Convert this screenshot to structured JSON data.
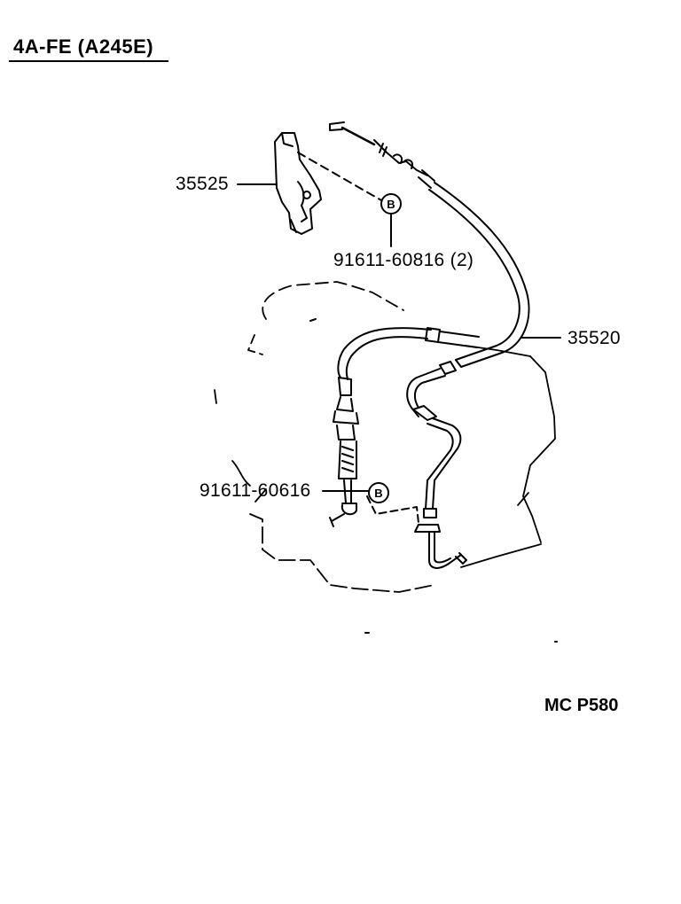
{
  "header": {
    "title": "4A-FE (A245E)"
  },
  "callouts": {
    "bracket": "35525",
    "cable": "35520",
    "bolt_upper": "91611-60816 (2)",
    "bolt_lower": "91611-60616"
  },
  "markers": {
    "bolt_symbol": "B"
  },
  "footer": {
    "code": "MC P580"
  }
}
